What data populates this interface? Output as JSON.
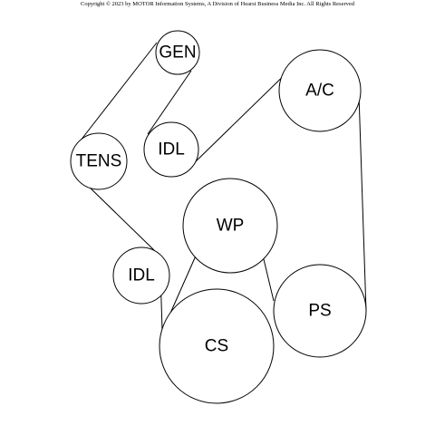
{
  "copyright": "Copyright © 2023 by MOTOR Information Systems, A Division of Hearst Business Media Inc. All Rights Reserved",
  "pulleys": [
    {
      "id": "gen",
      "label": "GEN"
    },
    {
      "id": "ac",
      "label": "A/C"
    },
    {
      "id": "idl-upper",
      "label": "IDL"
    },
    {
      "id": "tens",
      "label": "TENS"
    },
    {
      "id": "wp",
      "label": "WP"
    },
    {
      "id": "idl-lower",
      "label": "IDL"
    },
    {
      "id": "ps",
      "label": "PS"
    },
    {
      "id": "cs",
      "label": "CS"
    }
  ]
}
